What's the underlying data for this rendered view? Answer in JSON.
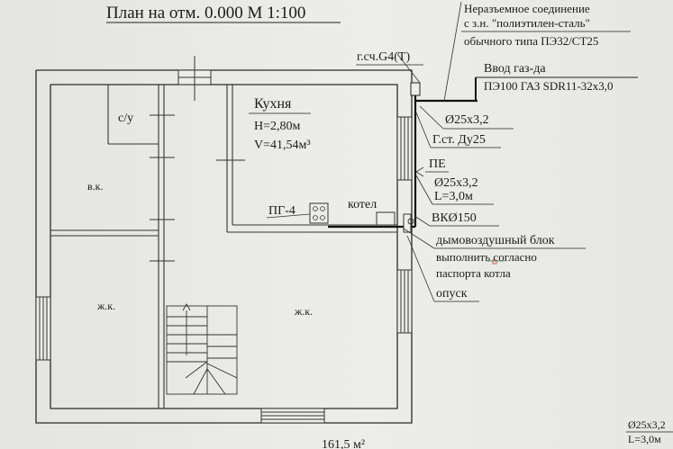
{
  "drawing": {
    "title": "План на отм. 0.000 М 1:100",
    "rooms": {
      "kitchen_name": "Кухня",
      "kitchen_height": "Н=2,80м",
      "kitchen_volume": "V=41,54м³",
      "wc": "с/у",
      "vk": "в.к.",
      "zhk_left": "ж.к.",
      "zhk_right": "ж.к."
    },
    "equipment": {
      "stove": "ПГ-4",
      "boiler": "котел"
    },
    "callouts": {
      "joint_line1": "Неразъемное соединение",
      "joint_line2": "с з.н. \"полиэтилен-сталь\"",
      "joint_line3": "обычного типа ПЭ32/СТ25",
      "meter": "г.сч.G4(Т)",
      "inlet_title": "Ввод газ-да",
      "inlet_spec": "ПЭ100 ГАЗ SDR11-32х3,0",
      "pipe1": "Ø25х3,2",
      "valve": "Г.ст. Ду25",
      "pe": "ПЕ",
      "pipe2": "Ø25х3,2",
      "length": "L=3,0м",
      "vk_diam": "ВКØ150",
      "smoke_line1": "дымовоздушный блок",
      "smoke_line2": "выполнить согласно",
      "smoke_line3": "паспорта котла",
      "drop": "опуск"
    },
    "footer": {
      "area": "161,5 м²",
      "pipe": "Ø25х3,2",
      "length": "L=3,0м"
    }
  },
  "colors": {
    "ink": "#1b1b1b",
    "paper": "#e9e9e6",
    "accent_green": "#2f8f4f",
    "accent_red": "#c04040"
  }
}
